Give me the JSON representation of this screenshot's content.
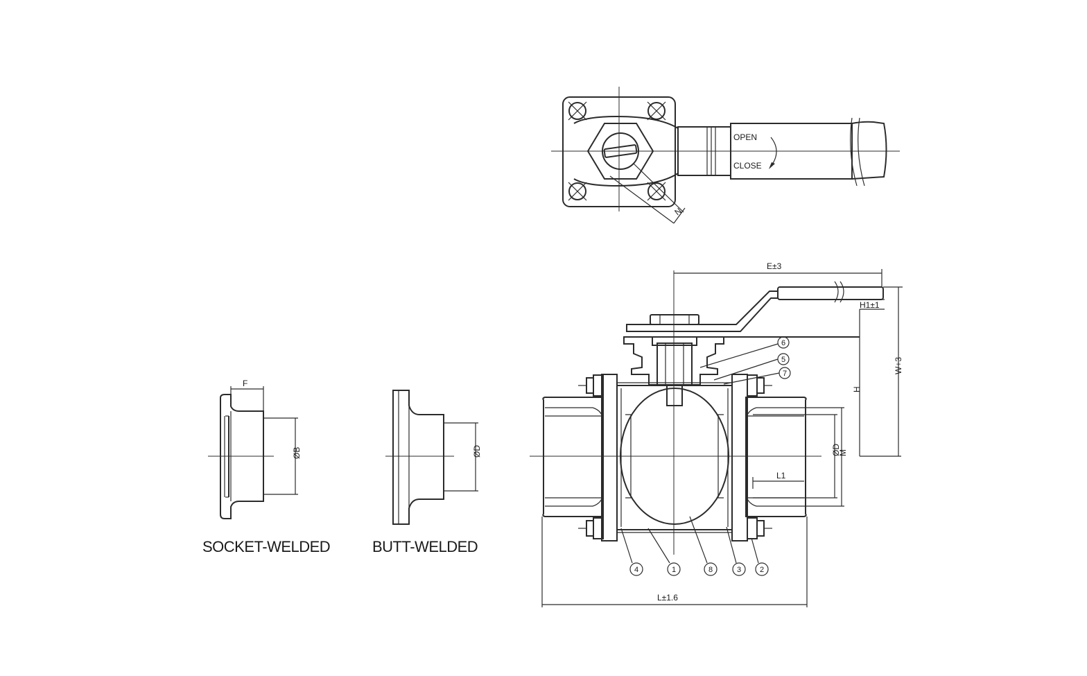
{
  "top_view": {
    "open_label": "OPEN",
    "close_label": "CLOSE",
    "n_label": "N"
  },
  "details": {
    "socket_welded_caption": "SOCKET-WELDED",
    "butt_welded_caption": "BUTT-WELDED",
    "socket_f_label": "F",
    "socket_b_label": "ØB",
    "butt_d_label": "ØD"
  },
  "main_view": {
    "dims": {
      "e": "E±3",
      "h1": "H1±1",
      "w": "W+3",
      "h": "H",
      "d": "ØD",
      "m": "M",
      "l1": "L1",
      "l": "L±1.6"
    },
    "balloons": [
      "1",
      "2",
      "3",
      "4",
      "5",
      "6",
      "7",
      "8"
    ]
  }
}
